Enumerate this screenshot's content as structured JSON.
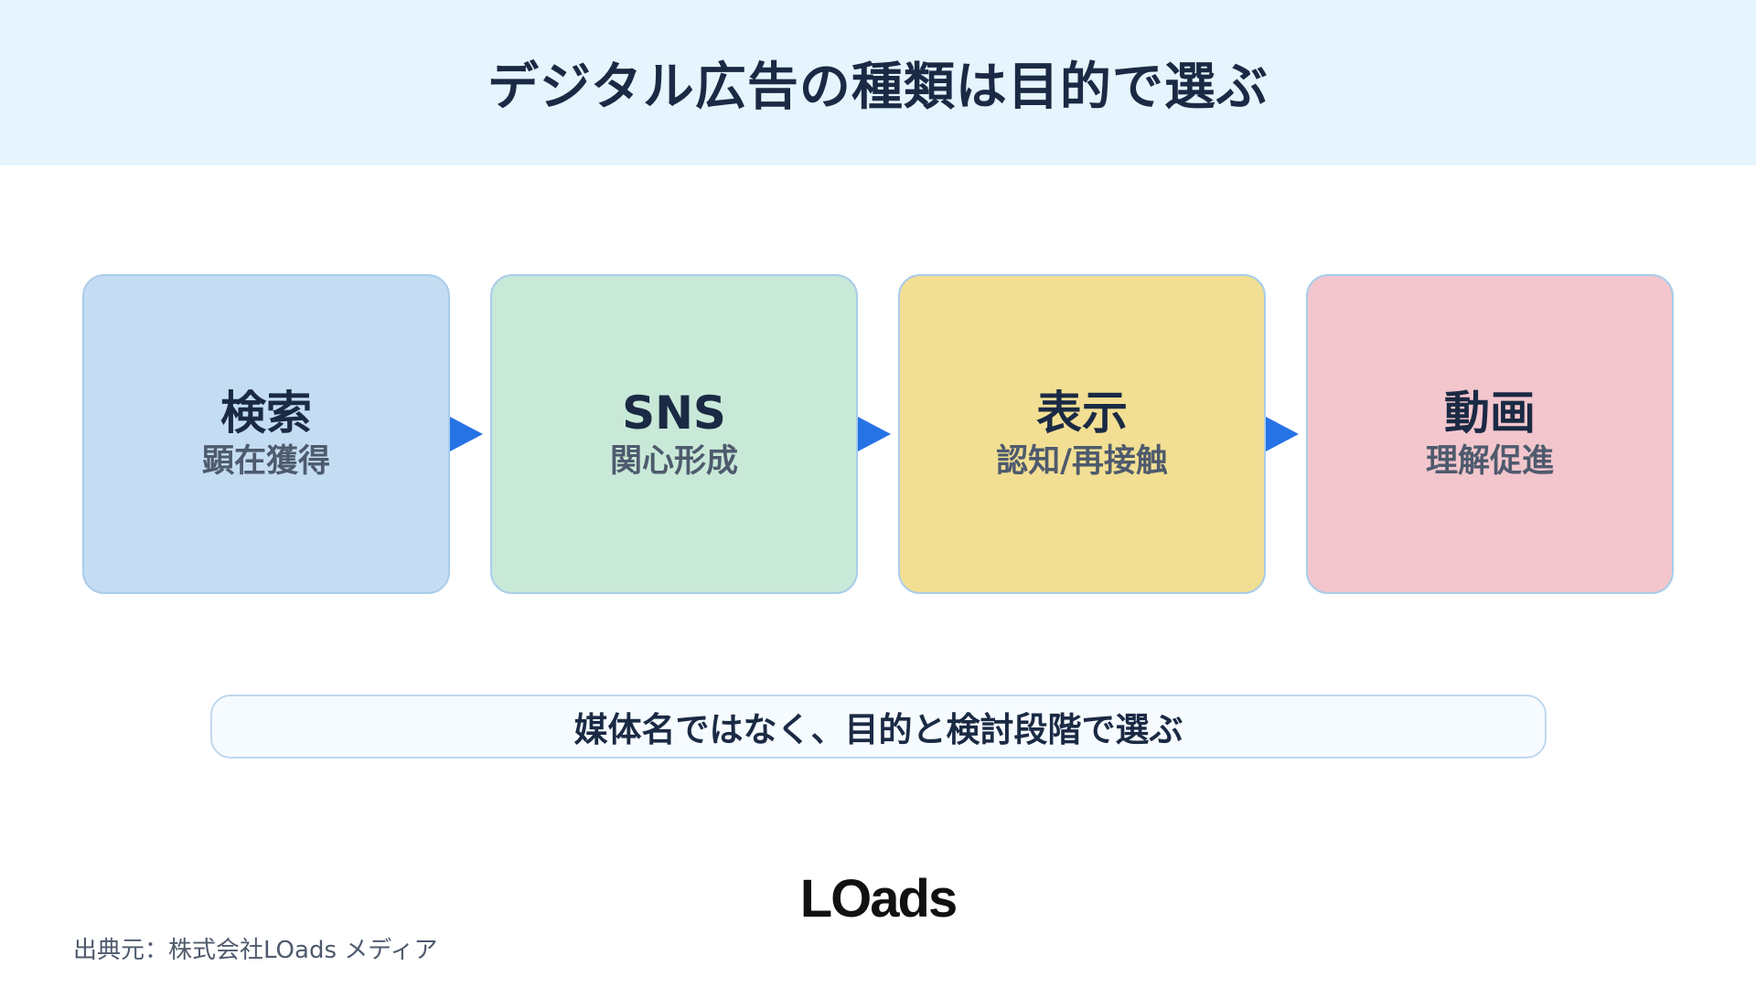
{
  "title": "デジタル広告の種類は目的で選ぶ",
  "cards": [
    {
      "title": "検索",
      "subtitle": "顕在獲得",
      "color": "#c4ddf2"
    },
    {
      "title": "SNS",
      "subtitle": "関心形成",
      "color": "#c9e9d8"
    },
    {
      "title": "表示",
      "subtitle": "認知/再接触",
      "color": "#f2df93"
    },
    {
      "title": "動画",
      "subtitle": "理解促進",
      "color": "#f2c6cc"
    }
  ],
  "arrow_color": "#2673e6",
  "summary": "媒体名ではなく、目的と検討段階で選ぶ",
  "logo": "LOads",
  "source": "出典元：株式会社LOads メディア"
}
